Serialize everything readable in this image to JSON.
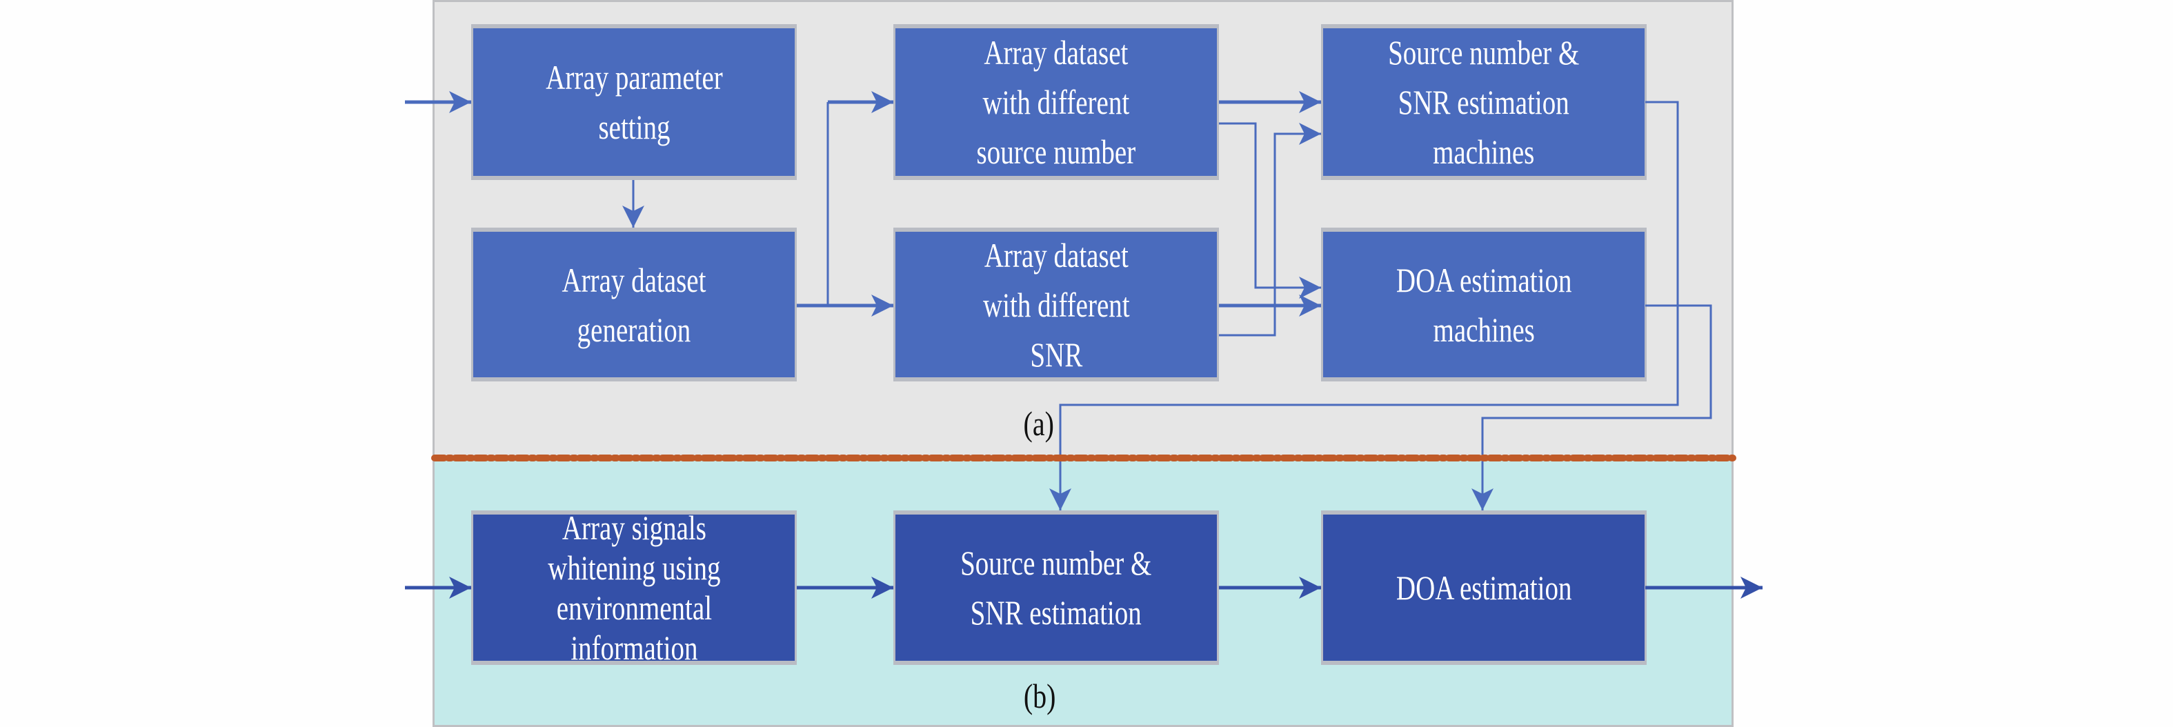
{
  "section_a": {
    "label": "(a)",
    "boxes": {
      "array_parameter_setting": "Array parameter\nsetting",
      "array_dataset_generation": "Array dataset\ngeneration",
      "dataset_source_number": "Array dataset\nwith different\nsource number",
      "dataset_snr": "Array dataset\nwith different\nSNR",
      "source_snr_machines": "Source number &\nSNR estimation\nmachines",
      "doa_machines": "DOA estimation\nmachines"
    }
  },
  "section_b": {
    "label": "(b)",
    "boxes": {
      "whitening": "Array signals\nwhitening using\nenvironmental\ninformation",
      "source_snr_estimation": "Source number &\nSNR estimation",
      "doa_estimation": "DOA estimation"
    }
  },
  "colors": {
    "box_top": "#4a6bbd",
    "box_bottom": "#3450a8",
    "panel_top": "#e6e6e6",
    "panel_bottom": "#c4eaea",
    "divider": "#c05a28",
    "arrow": "#4a6bbd"
  }
}
